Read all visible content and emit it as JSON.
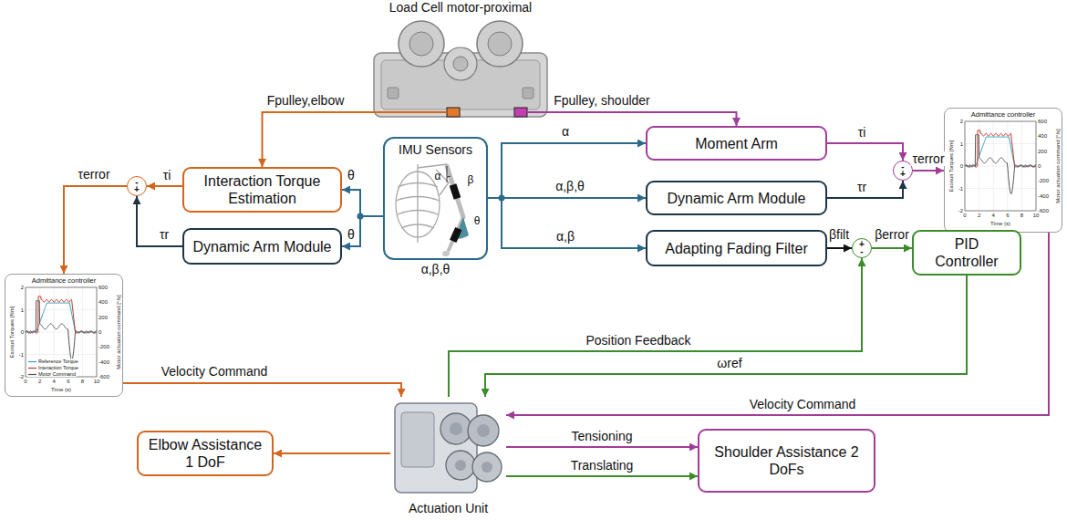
{
  "diagram": {
    "nodes": [
      {
        "text": [
          "Load Cell motor-proximal"
        ]
      },
      {
        "text": [
          "Interaction Torque Estimation"
        ]
      },
      {
        "text": [
          "Moment Arm"
        ]
      },
      {
        "text": [
          "-",
          "+"
        ]
      },
      {
        "text": [
          "Dynamic Arm Module"
        ]
      },
      {
        "text": [
          "IMU Sensors",
          "α,β,θ"
        ]
      },
      {
        "text": [
          "Dynamic Arm Module"
        ]
      },
      {
        "text": [
          "-",
          "+"
        ]
      },
      {
        "text": [
          "Admittance controller"
        ]
      },
      {
        "text": [
          "Adapting Fading Filter"
        ]
      },
      {
        "text": [
          "+",
          "-"
        ]
      },
      {
        "text": [
          "PID Controller"
        ]
      },
      {
        "text": [
          "Admittance controller"
        ]
      },
      {
        "text": [
          "Actuation Unit"
        ]
      },
      {
        "text": [
          "Elbow Assistance 1 DoF"
        ]
      },
      {
        "text": [
          "Shoulder Assistance 2 DoFs"
        ]
      }
    ],
    "edges": [
      {
        "from": 0,
        "to": 1,
        "arrow": "to",
        "label": "Fpulley,elbow"
      },
      {
        "from": 0,
        "to": 2,
        "arrow": "to",
        "label": "Fpulley, shoulder"
      },
      {
        "from": 5,
        "to": 1,
        "arrow": "to",
        "label": "θ"
      },
      {
        "from": 5,
        "to": 4,
        "arrow": "to",
        "label": "θ"
      },
      {
        "from": 5,
        "to": 2,
        "arrow": "to",
        "label": "α"
      },
      {
        "from": 5,
        "to": 6,
        "arrow": "to",
        "label": "α,β,θ"
      },
      {
        "from": 5,
        "to": 9,
        "arrow": "to",
        "label": "α,β"
      },
      {
        "from": 1,
        "to": 3,
        "arrow": "to",
        "label": "τi"
      },
      {
        "from": 4,
        "to": 3,
        "arrow": "to",
        "label": "τr"
      },
      {
        "from": 3,
        "to": 12,
        "arrow": "to",
        "label": "τerror"
      },
      {
        "from": 2,
        "to": 7,
        "arrow": "to",
        "label": "τi"
      },
      {
        "from": 6,
        "to": 7,
        "arrow": "to",
        "label": "τr"
      },
      {
        "from": 7,
        "to": 8,
        "arrow": "to",
        "label": "τerror"
      },
      {
        "from": 9,
        "to": 10,
        "arrow": "to",
        "label": "βfilt"
      },
      {
        "from": 10,
        "to": 11,
        "arrow": "to",
        "label": "βerror"
      },
      {
        "from": 11,
        "to": 13,
        "arrow": "to",
        "label": "ωref"
      },
      {
        "from": 13,
        "to": 10,
        "arrow": "to",
        "label": "Position Feedback"
      },
      {
        "from": 12,
        "to": 13,
        "arrow": "to",
        "label": "Velocity Command"
      },
      {
        "from": 8,
        "to": 13,
        "arrow": "to",
        "label": "Velocity Command"
      },
      {
        "from": 13,
        "to": 14,
        "arrow": "to"
      },
      {
        "from": 13,
        "to": 15,
        "arrow": "to",
        "label": "Tensioning"
      },
      {
        "from": 13,
        "to": 15,
        "arrow": "to",
        "label": "Translating"
      }
    ],
    "labels": [
      "α",
      "β",
      "θ",
      "2",
      "1",
      "0",
      "-1",
      "-2",
      "600",
      "400",
      "200",
      "0",
      "-200",
      "-400",
      "-600",
      "0",
      "2",
      "4",
      "6",
      "8",
      "10",
      "Exosuit Torques [Nm]",
      "Motor actuation command [°/s]",
      "Time (s)",
      "2",
      "1",
      "0",
      "-1",
      "-2",
      "600",
      "400",
      "200",
      "0",
      "-200",
      "-400",
      "-600",
      "0",
      "2",
      "4",
      "6",
      "8",
      "10",
      "Exosuit Torques [Nm]",
      "Motor actuation command [°/s]",
      "Time (s)"
    ],
    "legend": [
      {
        "text": "Reference Torque"
      },
      {
        "text": "Interaction Torque"
      },
      {
        "text": "Motor Command"
      }
    ]
  }
}
